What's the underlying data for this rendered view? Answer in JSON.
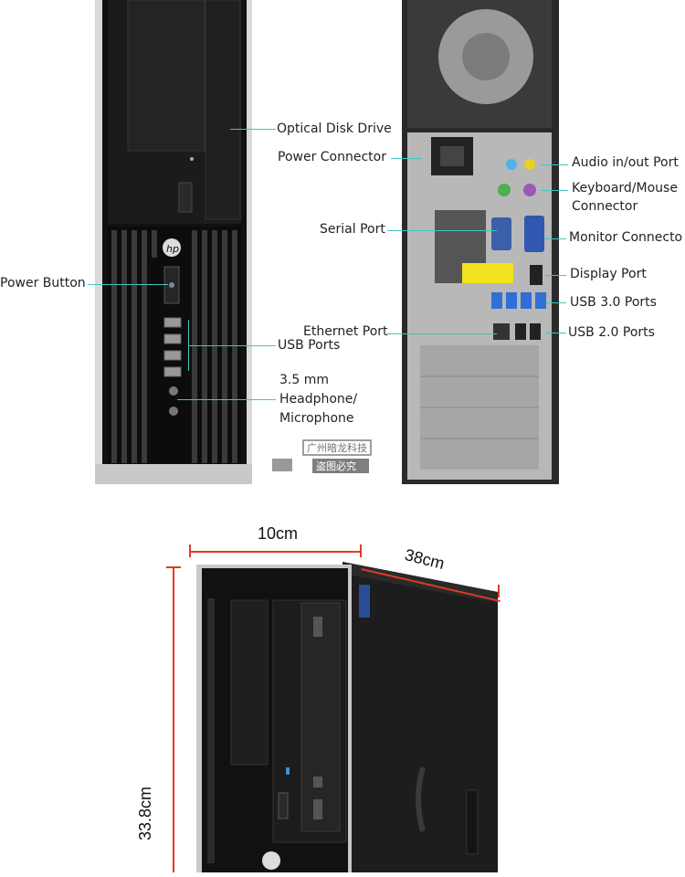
{
  "front_panel": {
    "labels": {
      "optical_drive": "Optical Disk Drive",
      "power_button": "Power Button",
      "usb_ports": "USB Ports",
      "audio_line1": "3.5 mm",
      "audio_line2": "Headphone/",
      "audio_line3": "Microphone"
    }
  },
  "rear_panel": {
    "labels": {
      "power_connector": "Power Connector",
      "serial_port": "Serial Port",
      "ethernet_port": "Ethernet Port",
      "audio_port": "Audio in/out Port",
      "keyboard_mouse_line1": "Keyboard/Mouse",
      "keyboard_mouse_line2": "Connector",
      "monitor_connector": "Monitor Connecto",
      "display_port": "Display Port",
      "usb3_ports": "USB 3.0 Ports",
      "usb2_ports": "USB 2.0 Ports"
    }
  },
  "watermark": {
    "line1": "广州暗龙科技",
    "line2": "盗图必究"
  },
  "dimensions": {
    "width": "10cm",
    "depth": "38cm",
    "height": "33.8cm"
  },
  "colors": {
    "callout_line": "#3fc7c2",
    "dimension_line": "#e0382b",
    "case_black": "#1a1a1a",
    "usb3_blue": "#2f6fd6",
    "serial_tag_yellow": "#f2e21f"
  }
}
